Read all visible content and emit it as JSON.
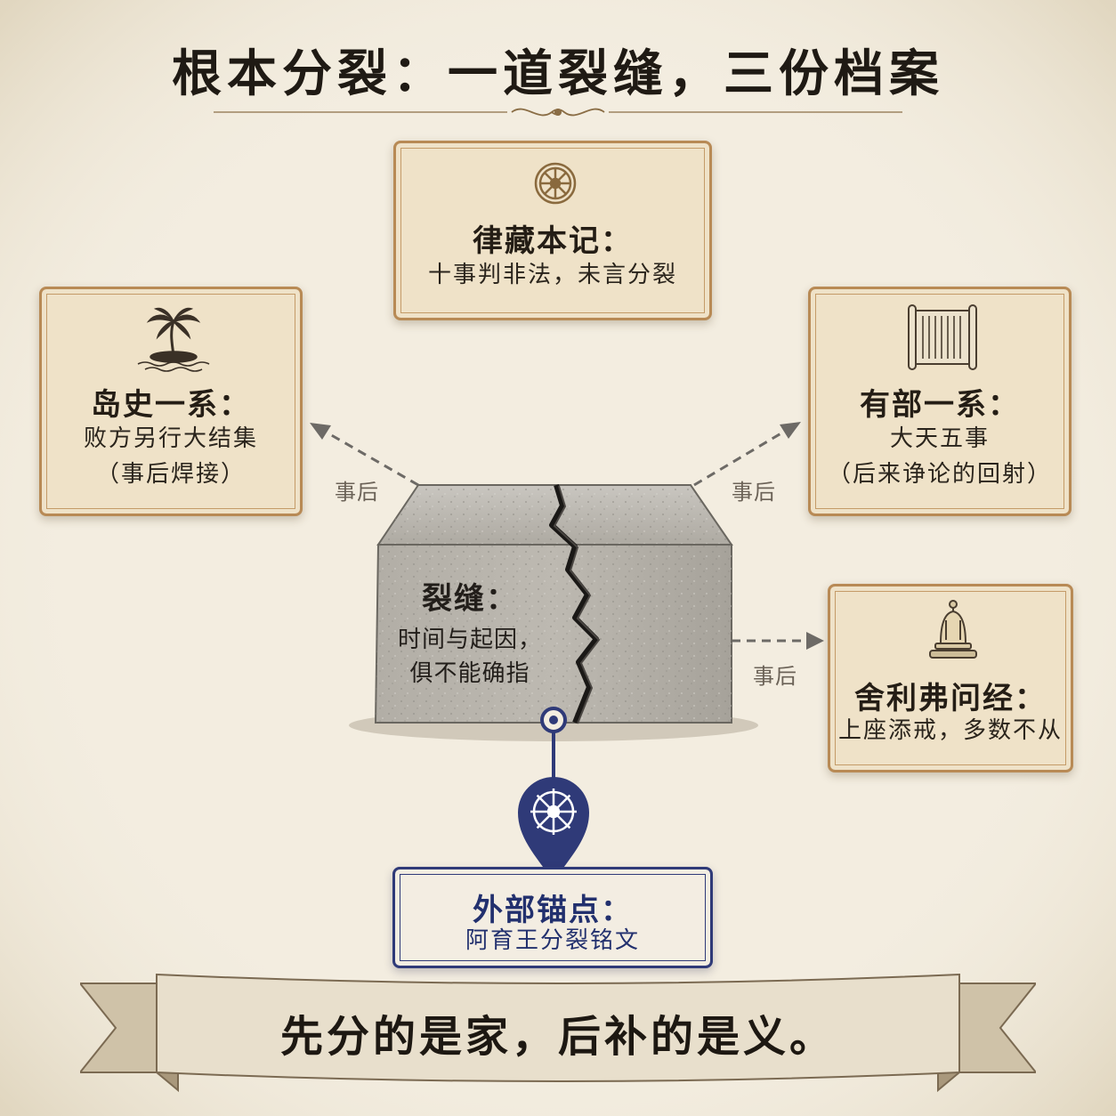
{
  "title": "根本分裂：一道裂缝，三份档案",
  "center": {
    "title": "裂缝：",
    "lines": [
      "时间与起因，",
      "俱不能确指"
    ]
  },
  "cards": {
    "vinaya": {
      "title": "律藏本记：",
      "lines": [
        "十事判非法，未言分裂"
      ],
      "icon": "dharma-wheel-icon"
    },
    "island": {
      "title": "岛史一系：",
      "lines": [
        "败方另行大结集",
        "（事后焊接）"
      ],
      "icon": "palm-island-icon"
    },
    "sarva": {
      "title": "有部一系：",
      "lines": [
        "大天五事",
        "（后来诤论的回射）"
      ],
      "icon": "scroll-icon"
    },
    "sutra": {
      "title": "舍利弗问经：",
      "lines": [
        "上座添戒，多数不从"
      ],
      "icon": "bell-icon"
    },
    "anchor": {
      "title": "外部锚点：",
      "lines": [
        "阿育王分裂铭文"
      ],
      "icon": "dharma-wheel-pin-icon"
    }
  },
  "arrow_labels": {
    "left": "事后",
    "right": "事后",
    "lower_right": "事后"
  },
  "motto": "先分的是家，后补的是义。",
  "colors": {
    "background": "#f3ede0",
    "card": "#efe2c8",
    "card_border": "#b88a55",
    "anchor_blue": "#2f3a78"
  }
}
